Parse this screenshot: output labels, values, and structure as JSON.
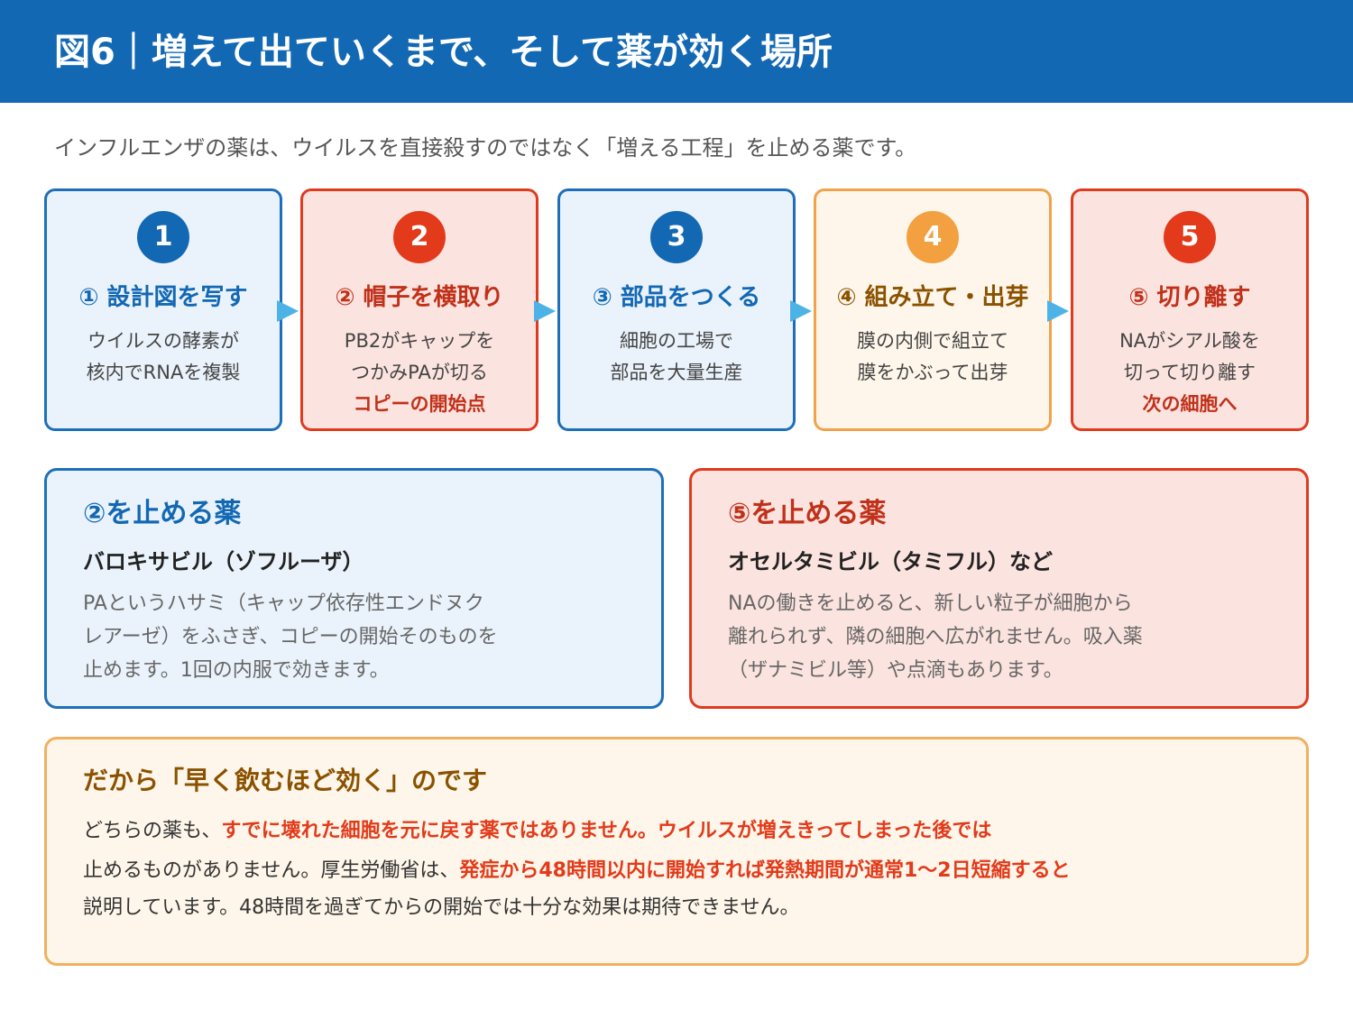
{
  "title": "図6｜増えて出ていくまで、そして薬が効く場所",
  "intro": "インフルエンザの薬は、ウイルスを直接殺すのではなく「増える工程」を止める薬です。",
  "colors": {
    "header_blue": "#1368b4",
    "accent_red": "#e23a1a",
    "accent_orange": "#f2a040",
    "arrow_cyan": "#4db3e6"
  },
  "steps": [
    {
      "num": "1",
      "title": "① 設計図を写す",
      "line1": "ウイルスの酵素が",
      "line2": "核内でRNAを複製",
      "highlight": ""
    },
    {
      "num": "2",
      "title": "② 帽子を横取り",
      "line1": "PB2がキャップを",
      "line2": "つかみPAが切る",
      "highlight": "コピーの開始点"
    },
    {
      "num": "3",
      "title": "③ 部品をつくる",
      "line1": "細胞の工場で",
      "line2": "部品を大量生産",
      "highlight": ""
    },
    {
      "num": "4",
      "title": "④ 組み立て・出芽",
      "line1": "膜の内側で組立て",
      "line2": "膜をかぶって出芽",
      "highlight": ""
    },
    {
      "num": "5",
      "title": "⑤ 切り離す",
      "line1": "NAがシアル酸を",
      "line2": "切って切り離す",
      "highlight": "次の細胞へ"
    }
  ],
  "drugs": [
    {
      "title": "②を止める薬",
      "name": "バロキサビル（ゾフルーザ）",
      "body1": "PAというハサミ（キャップ依存性エンドヌク",
      "body2": "レアーゼ）をふさぎ、コピーの開始そのものを",
      "body3": "止めます。1回の内服で効きます。"
    },
    {
      "title": "⑤を止める薬",
      "name": "オセルタミビル（タミフル）など",
      "body1": "NAの働きを止めると、新しい粒子が細胞から",
      "body2": "離れられず、隣の細胞へ広がれません。吸入薬",
      "body3": "（ザナミビル等）や点滴もあります。"
    }
  ],
  "summary": {
    "title": "だから「早く飲むほど効く」のです",
    "l1_a": "どちらの薬も、",
    "l1_em": "すでに壊れた細胞を元に戻す薬ではありません。ウイルスが増えきってしまった後では",
    "l2_a": "止めるものがありません。厚生労働省は、",
    "l2_em": "発症から48時間以内に開始すれば発熱期間が通常1〜2日短縮すると",
    "l3": "説明しています。48時間を過ぎてからの開始では十分な効果は期待できません。"
  }
}
